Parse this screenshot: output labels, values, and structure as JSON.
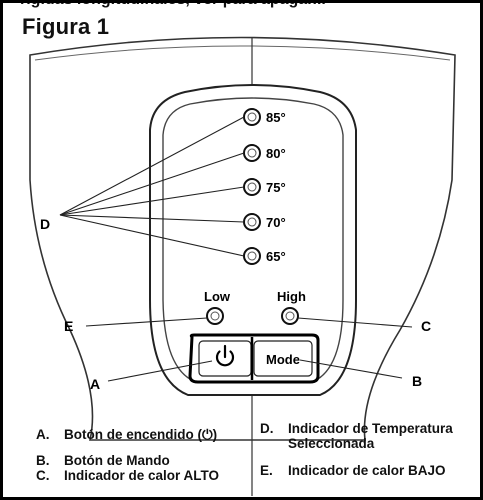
{
  "header": {
    "cutoff_text": "rígidas longitudinales, ver para apagar...",
    "figure_title": "Figura 1"
  },
  "panel": {
    "temps": [
      "85°",
      "80°",
      "75°",
      "70°",
      "65°"
    ],
    "low_label": "Low",
    "high_label": "High",
    "mode_label": "Mode",
    "power_symbol": "⏻"
  },
  "callouts": {
    "A": "A",
    "B": "B",
    "C": "C",
    "D": "D",
    "E": "E"
  },
  "legend": {
    "items": [
      {
        "key": "A.",
        "text": "Botón de encendido (⏻)"
      },
      {
        "key": "B.",
        "text": "Botón de Mando"
      },
      {
        "key": "C.",
        "text": "Indicador de calor ALTO"
      },
      {
        "key": "D.",
        "text": "Indicador de Temperatura"
      },
      {
        "key": "",
        "text": "Seleccionada"
      },
      {
        "key": "E.",
        "text": "Indicador de calor BAJO"
      }
    ]
  }
}
